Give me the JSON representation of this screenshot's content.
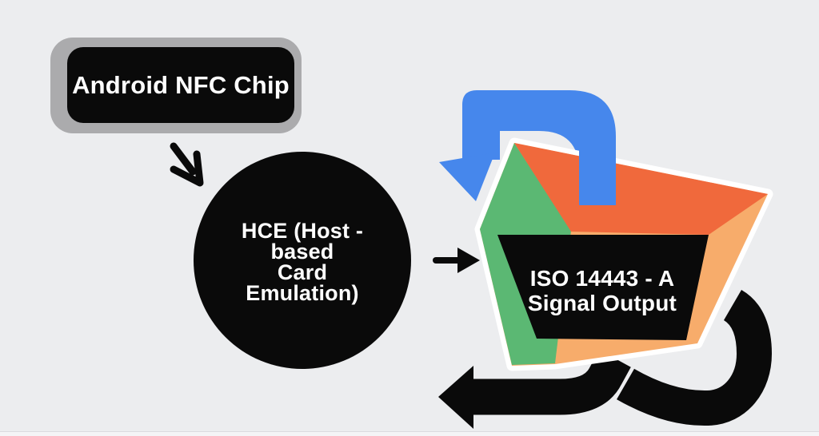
{
  "title": "Android NFC HCE flow diagram",
  "colors": {
    "background": "#ECEDEF",
    "blue_arrow": "#4687EC",
    "green_face": "#5BB873",
    "orange_face": "#F0693C",
    "orange_light_face": "#F7AC6B",
    "shape_black": "#0A0A0A",
    "box_border_gray": "#ABABAD",
    "text_white": "#FFFFFF",
    "outline_white": "#FFFFFF"
  },
  "nodes": {
    "chip_box": {
      "label": "Android NFC Chip"
    },
    "hce_circle": {
      "lines": [
        "HCE (Host -",
        "based",
        "Card",
        "Emulation)"
      ]
    },
    "iso_basket": {
      "lines": [
        "ISO 14443 - A",
        "Signal Output"
      ]
    }
  },
  "connectors": {
    "chip_to_hce": "hand-drawn arrow pointing down-right",
    "hce_to_iso": "short arrow pointing right"
  },
  "decorations": [
    "blue-curved-arrow-into-basket-icon",
    "black-curved-arrow-left-icon",
    "black-curved-hook-arrow-icon"
  ]
}
